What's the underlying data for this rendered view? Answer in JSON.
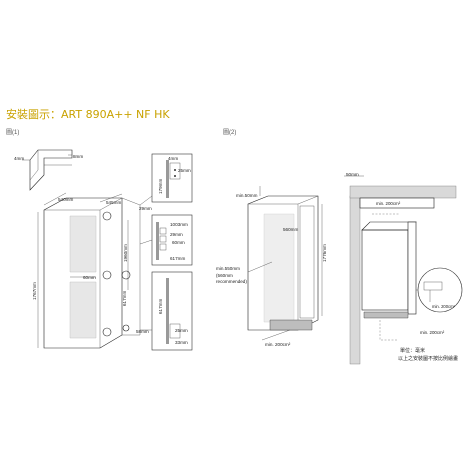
{
  "title": "安裝圖示：ART 890A++ NF  HK",
  "figures": {
    "fig1": "圖(1)",
    "fig2": "圖(2)"
  },
  "fig1_dims": {
    "d4mm": "4mm",
    "d8mm": "8mm",
    "d540": "540mm",
    "d545": "545mm",
    "d29": "29mm",
    "d1767": "1767mm",
    "d1003": "1003mm",
    "d1960": "1960mm",
    "d60a": "60mm",
    "d617a": "617mm",
    "d60b": "60mm",
    "d617b": "617mm",
    "d58": "58mm",
    "d25a": "25mm",
    "d25b": "25mm",
    "d33": "33mm",
    "d179": "179mm",
    "d4b": "4mm",
    "d4c": "4mm"
  },
  "fig2_dims": {
    "min50": "min.50mm",
    "d560": "560mm",
    "min550": "min.550mm",
    "min550b": "(560mm",
    "min550c": "recommended)",
    "min200a": "min. 200cm²",
    "d1776": "1776mm",
    "d50": "50mm",
    "min200b": "min. 200cm²",
    "min200c": "min. 200cm²",
    "min200d": "min. 200cm²"
  },
  "notes": {
    "unit": "單位：毫米",
    "disclaimer": "以上之安裝圖不按比例繪畫"
  }
}
